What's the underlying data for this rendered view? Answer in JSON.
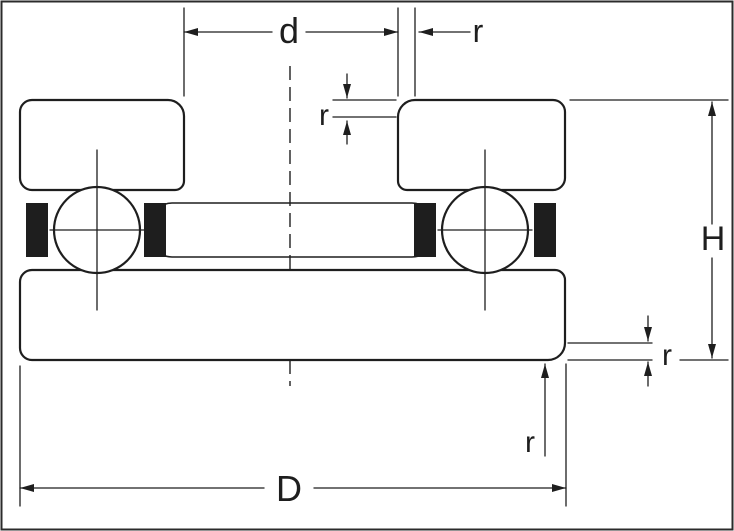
{
  "diagram": {
    "type": "technical-drawing",
    "subject": "thrust-ball-bearing-cross-section",
    "labels": {
      "d": "d",
      "r_top": "r",
      "r_bore": "r",
      "H": "H",
      "r_side": "r",
      "r_bottom": "r",
      "D": "D"
    },
    "colors": {
      "ink": "#1e1e1e",
      "background": "#ffffff",
      "cage_fill": "#1e1e1e",
      "frame": "#2b2b2b"
    }
  }
}
